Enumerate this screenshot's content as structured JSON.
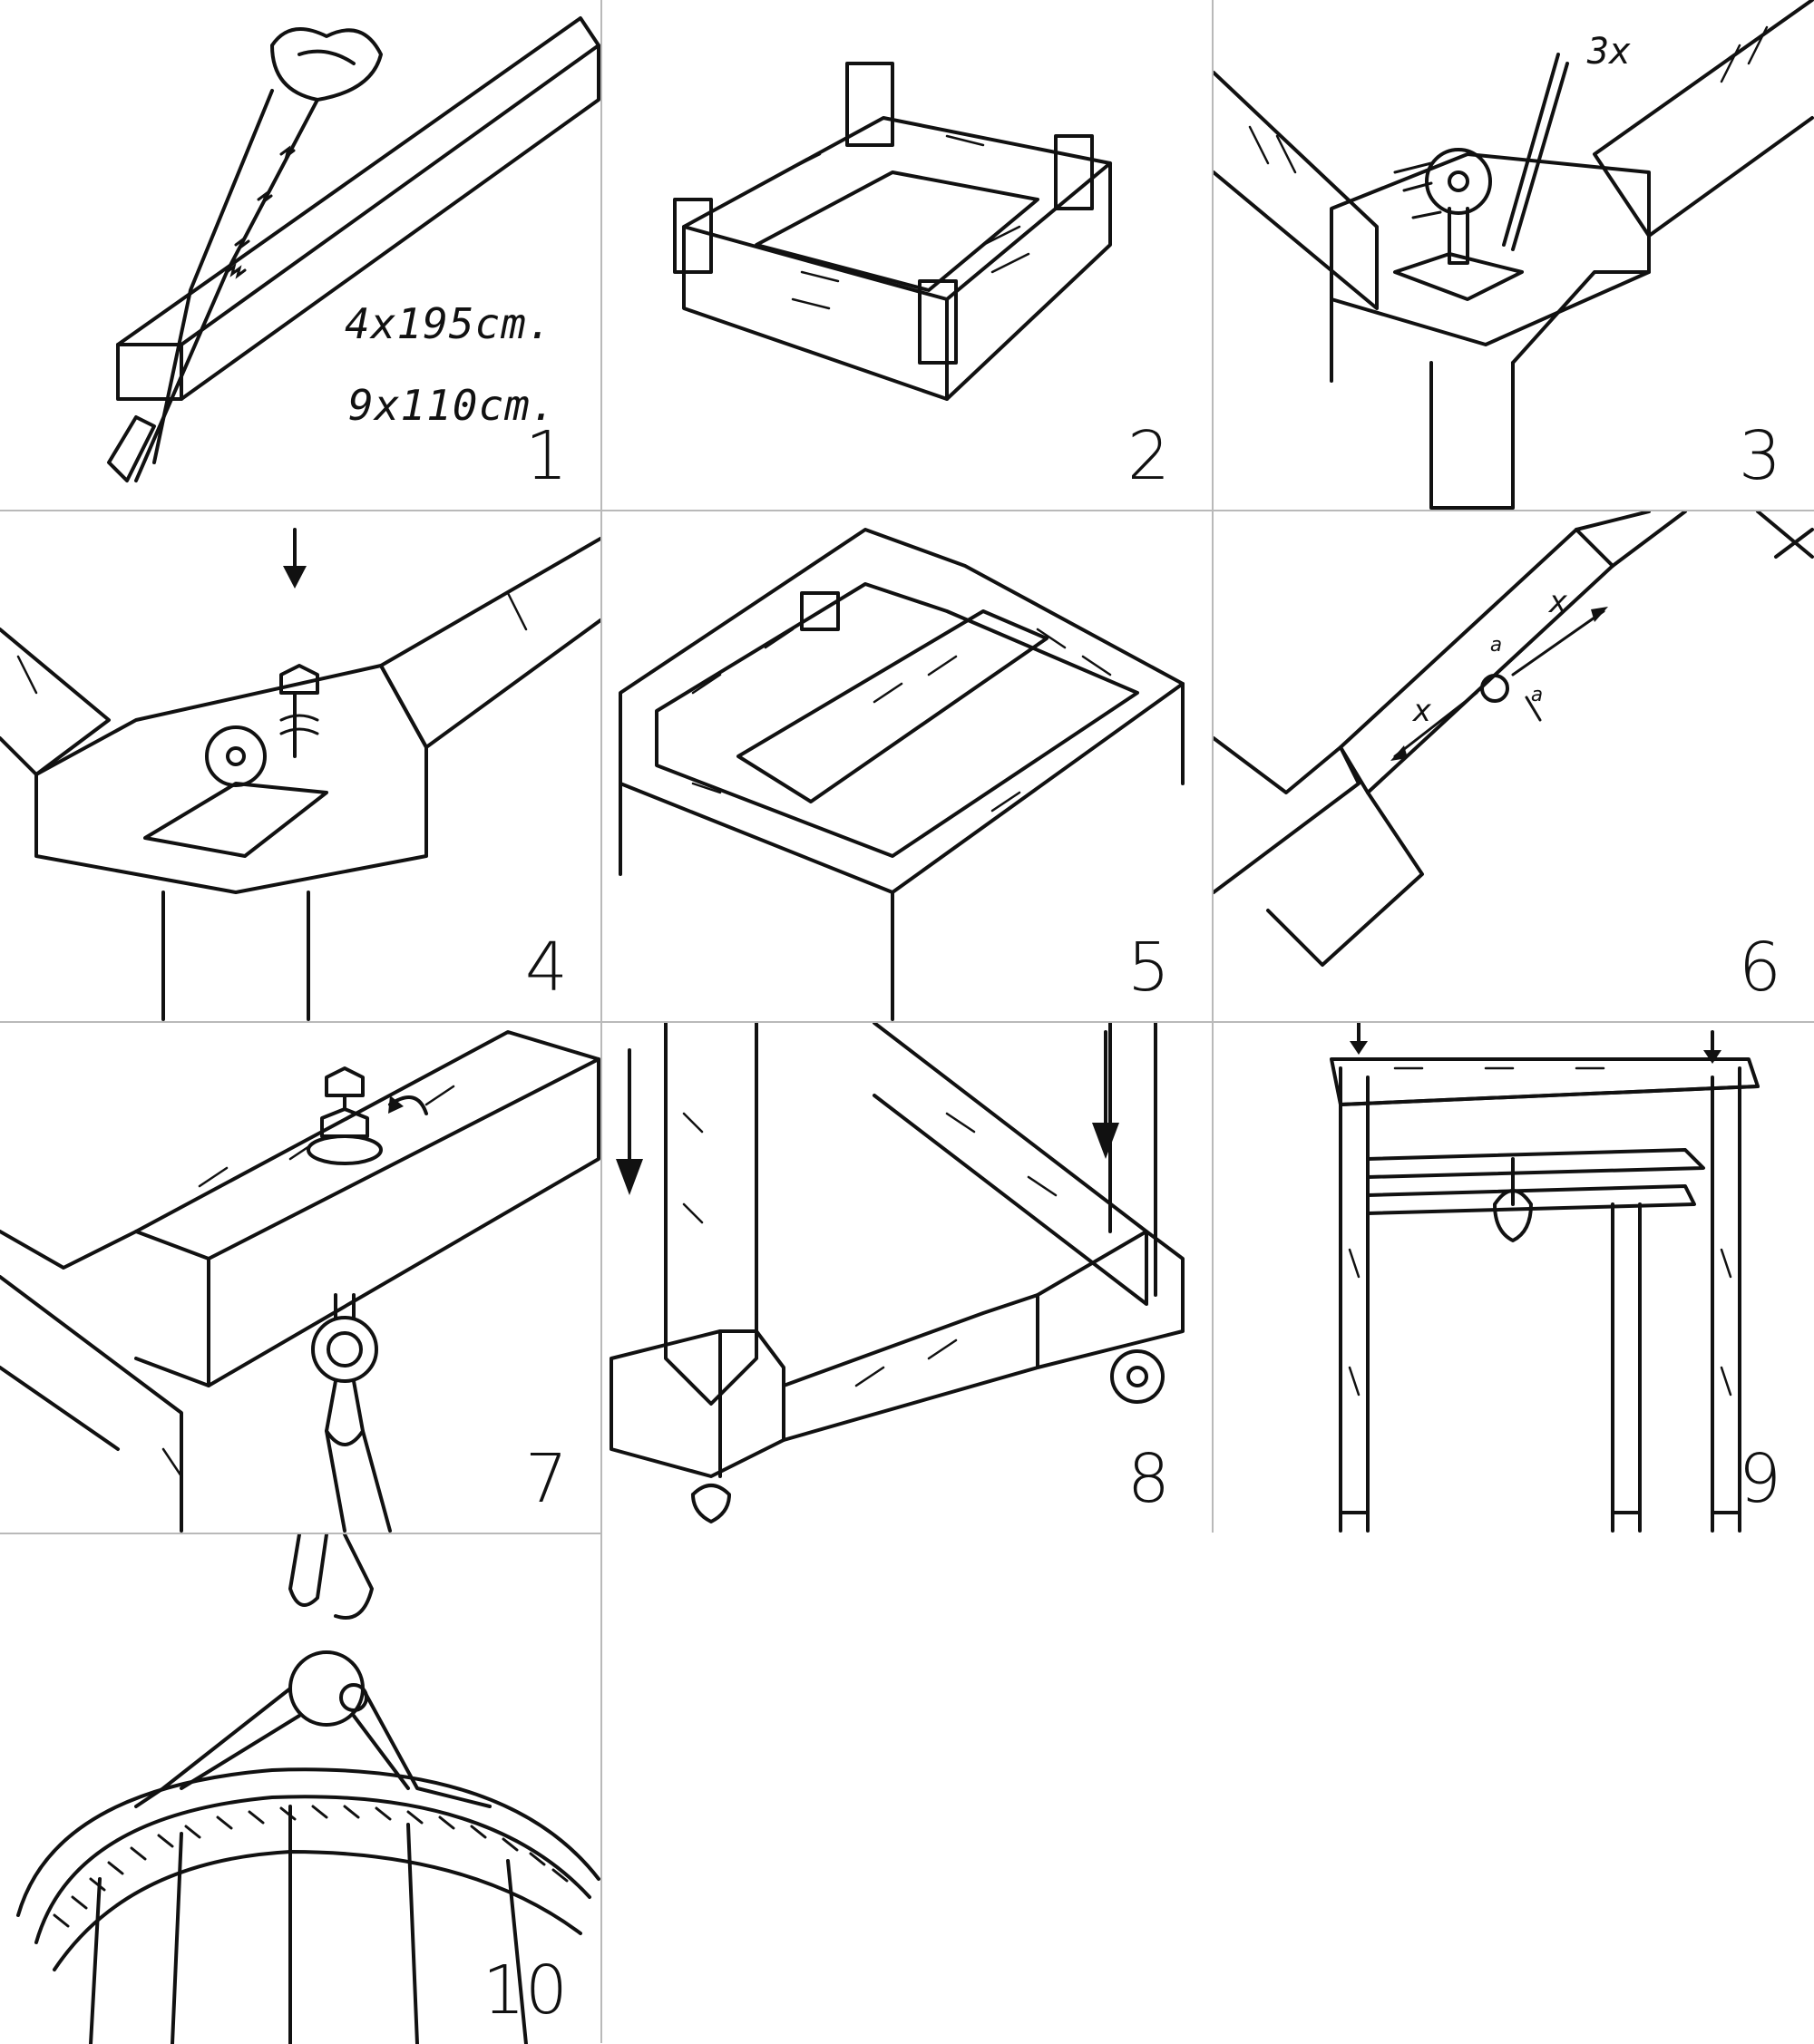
{
  "panels": [
    {
      "id": 1,
      "number": "1",
      "notes": [
        "4x195cm.",
        "9x110cm."
      ],
      "subject": "saw cutting a beam"
    },
    {
      "id": 2,
      "number": "2",
      "subject": "rectangular base frame with corner posts"
    },
    {
      "id": 3,
      "number": "3",
      "notes": [
        "3x"
      ],
      "subject": "caster plate screwed to corner"
    },
    {
      "id": 4,
      "number": "4",
      "subject": "bolting caster wheel to corner"
    },
    {
      "id": 5,
      "number": "5",
      "subject": "frame with center cross beam"
    },
    {
      "id": 6,
      "number": "6",
      "notes": [
        "x",
        "x",
        "a",
        "a"
      ],
      "subject": "measuring the center point"
    },
    {
      "id": 7,
      "number": "7",
      "subject": "eye bolt with hook under beam"
    },
    {
      "id": 8,
      "number": "8",
      "subject": "assembled frame on wheels"
    },
    {
      "id": 9,
      "number": "9",
      "subject": "complete tall frame with hanging hook"
    },
    {
      "id": 10,
      "number": "10",
      "subject": "hook holding the ball"
    }
  ],
  "colors": {
    "ink": "#111111",
    "paper": "#ffffff",
    "divider": "#b9b9b9"
  }
}
